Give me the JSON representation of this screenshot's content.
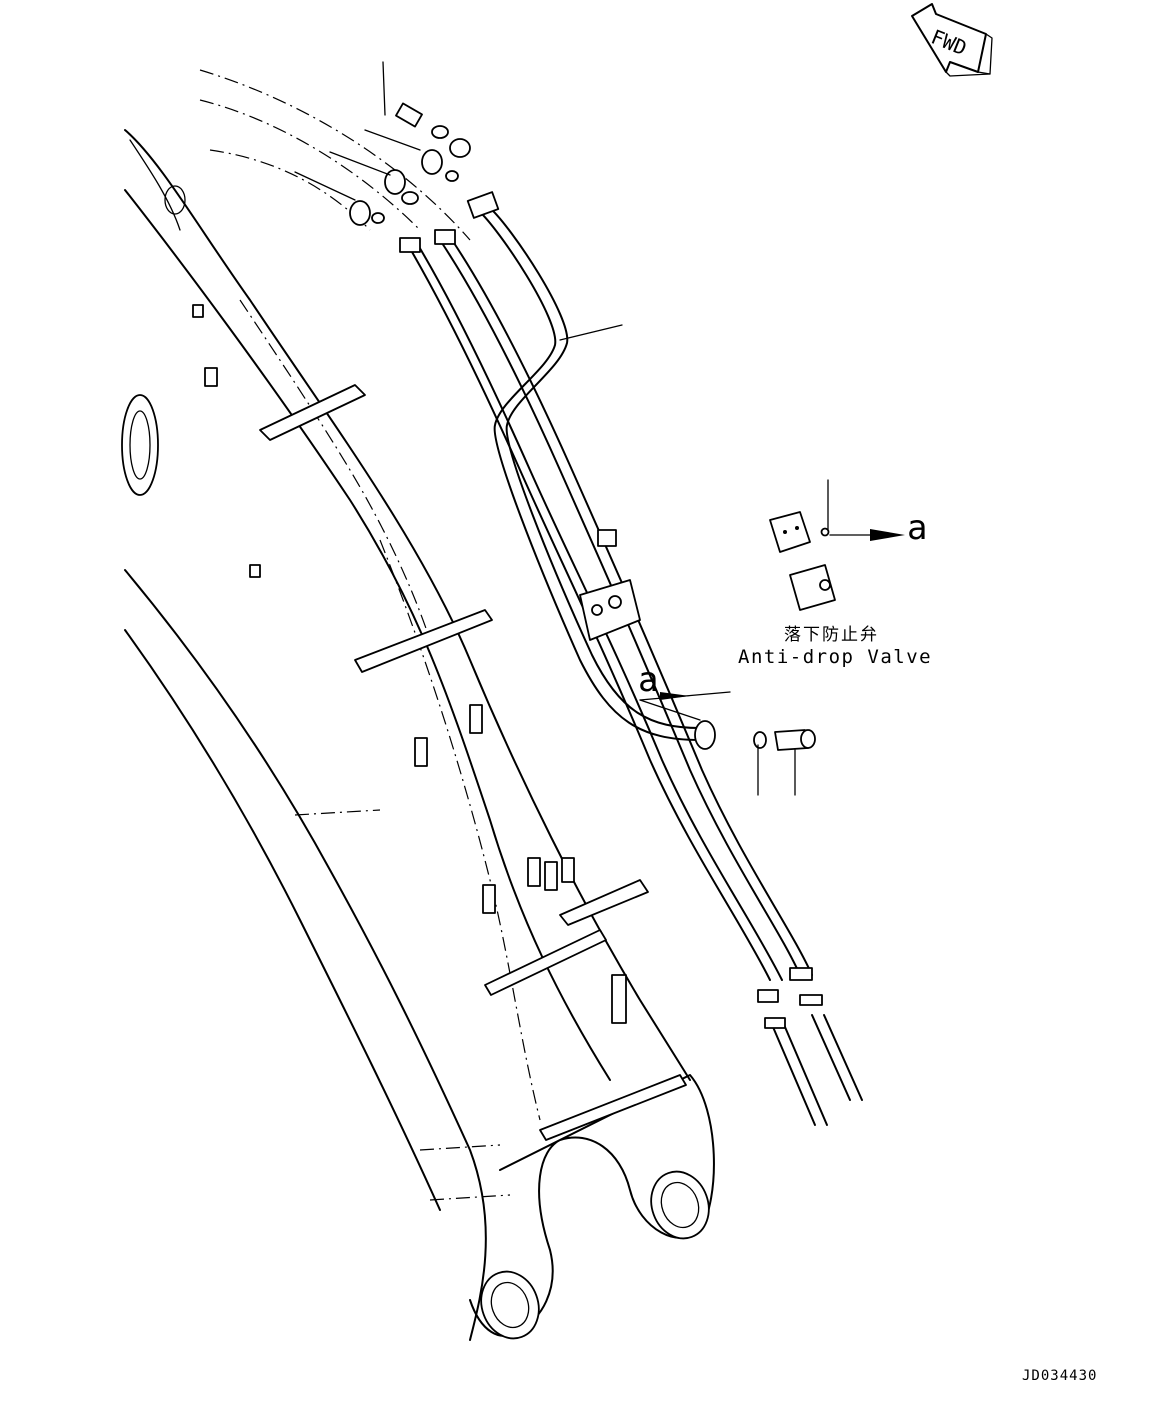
{
  "drawing_id": "JD034430",
  "direction_marker": {
    "label": "FWD",
    "icon": "forward-arrow-icon"
  },
  "callouts": {
    "anti_drop_valve_jp": "落下防止弁",
    "anti_drop_valve_en": "Anti-drop Valve",
    "detail_ref_top": "a",
    "detail_ref_main": "a"
  }
}
